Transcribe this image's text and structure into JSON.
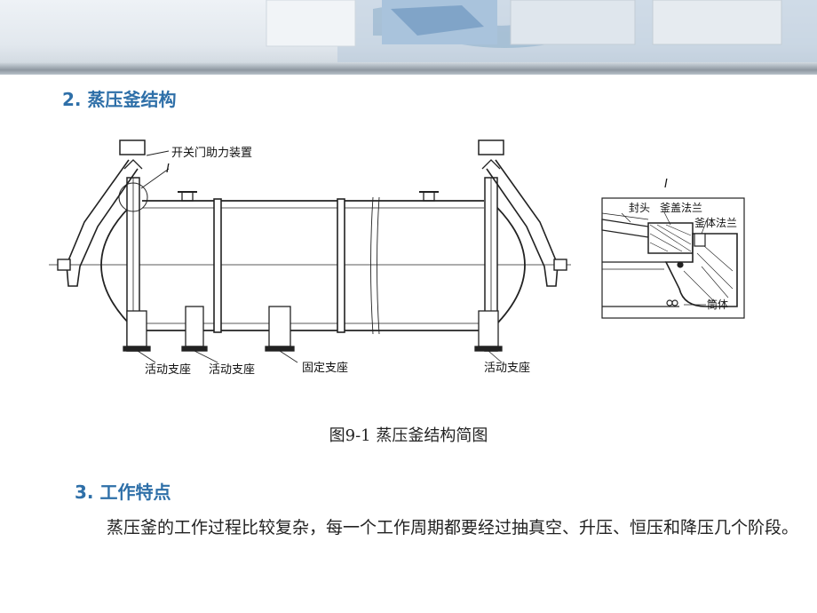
{
  "section2": {
    "heading": "2. 蒸压釜结构"
  },
  "figure": {
    "caption": "图9-1 蒸压釜结构简图",
    "labels": {
      "door_device": "开关门助力装置",
      "detail_marker": "I",
      "support_left_1": "活动支座",
      "support_left_2": "活动支座",
      "support_fixed": "固定支座",
      "support_right": "活动支座",
      "detail_title": "I",
      "head": "封头",
      "lid_flange": "釜盖法兰",
      "body_flange": "釜体法兰",
      "shell": "筒体"
    }
  },
  "section3": {
    "heading": "3. 工作特点",
    "paragraph": "蒸压釜的工作过程比较复杂，每一个工作周期都要经过抽真空、升压、恒压和降压几个阶段。"
  }
}
